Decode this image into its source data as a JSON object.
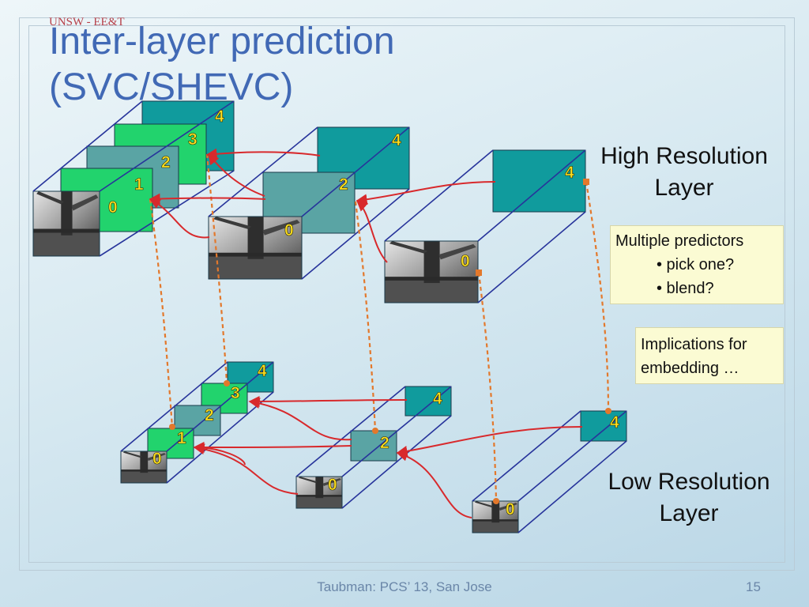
{
  "header": {
    "org": "UNSW - EE&T",
    "title_line1": "Inter-layer prediction",
    "title_line2": "(SVC/SHEVC)"
  },
  "layers": {
    "high_line1": "High Resolution",
    "high_line2": "Layer",
    "low_line1": "Low Resolution",
    "low_line2": "Layer"
  },
  "notes": {
    "predictors_title": "Multiple predictors",
    "predictors_items": [
      "• pick one?",
      "• blend?"
    ],
    "implications_line1": "Implications for",
    "implications_line2": "embedding …"
  },
  "frame_numbers": {
    "high": [
      "0",
      "1",
      "2",
      "3",
      "4",
      "0",
      "2",
      "4",
      "0",
      "4"
    ],
    "low": [
      "0",
      "1",
      "2",
      "3",
      "4",
      "0",
      "2",
      "4",
      "0",
      "4"
    ]
  },
  "colors": {
    "title": "#4169b5",
    "org": "#b7414a",
    "dark_teal": "#109b9d",
    "mid_teal": "#5aa4a4",
    "bright_green": "#22d36d",
    "box_edge": "#27349b",
    "arrow": "#d8292c",
    "dashed": "#e3782b"
  },
  "footer": {
    "text": "Taubman: PCS’ 13, San Jose",
    "page": "15"
  }
}
